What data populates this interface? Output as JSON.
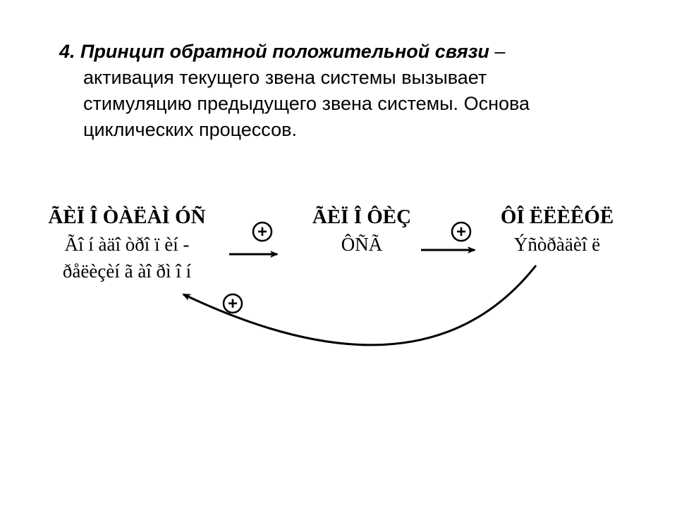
{
  "heading": {
    "number_and_title": "4. Принцип обратной  положительной связи",
    "dash": " –",
    "lines": [
      "активация текущего звена системы вызывает",
      "стимуляцию предыдущего звена системы. Основа",
      "циклических процессов."
    ]
  },
  "nodes": [
    {
      "title": "ÃÈÏ Î ÒÀËÀÌ ÓÑ",
      "lines": [
        "Ãî í àäî òðî ï èí -",
        "ðåëèçèí ã àî ðì î í"
      ]
    },
    {
      "title": "ÃÈÏ Î ÔÈÇ",
      "lines": [
        "ÔÑÃ"
      ]
    },
    {
      "title": "ÔÎ ËËÈÊÓË",
      "lines": [
        "Ýñòðàäèî ë"
      ]
    }
  ],
  "signs": {
    "arrow_1": "+",
    "arrow_2": "+",
    "feedback": "+"
  }
}
